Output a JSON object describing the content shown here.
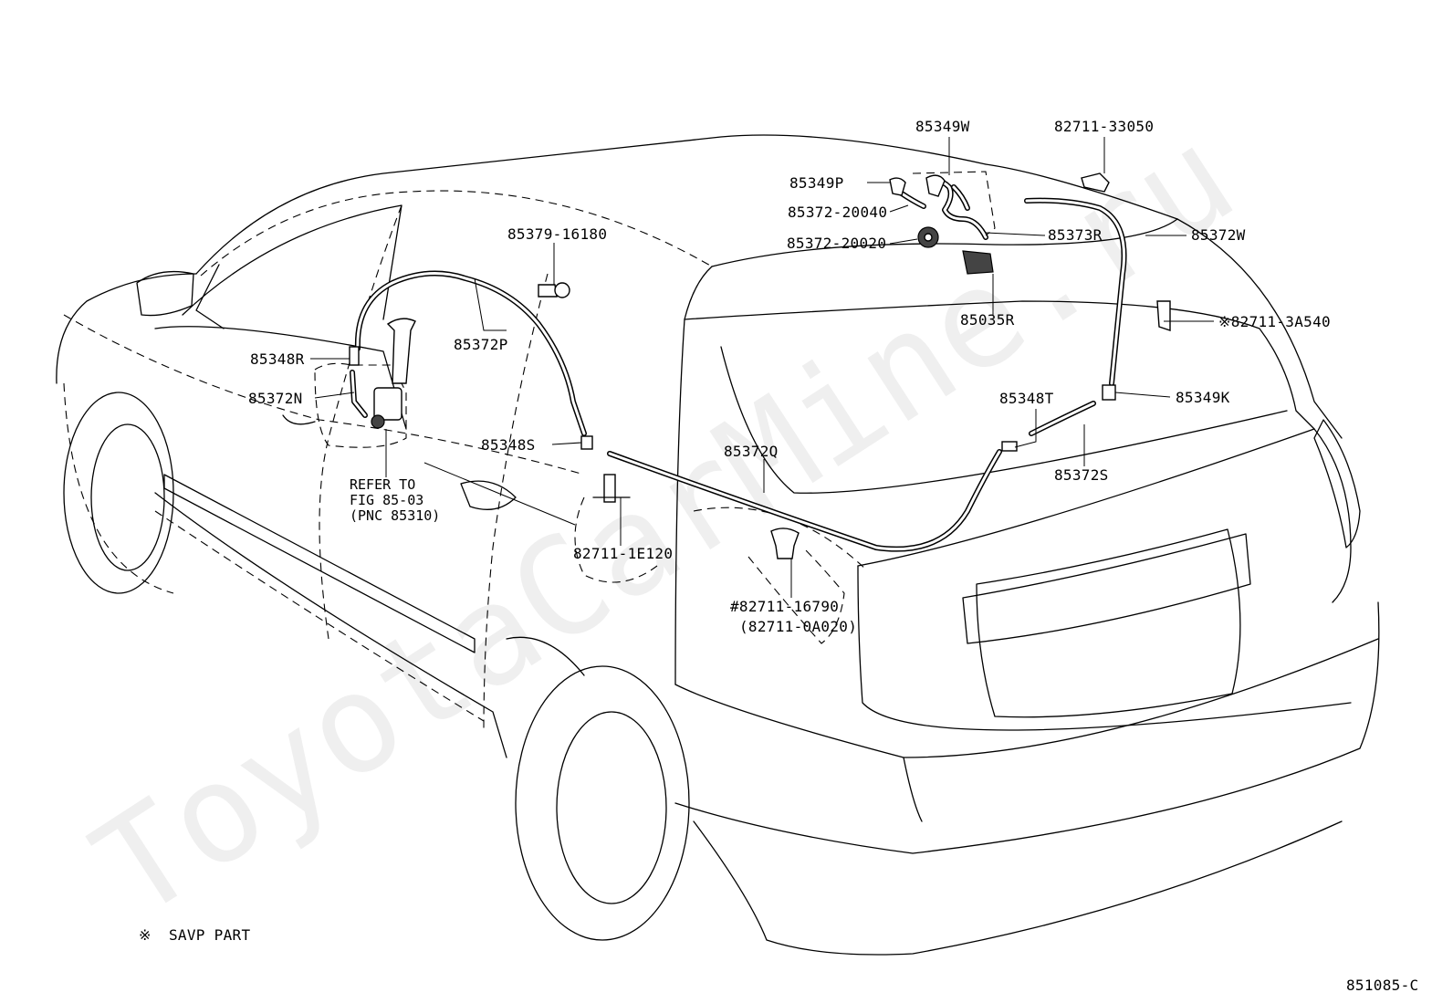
{
  "watermark": "ToyotaCarMine.ru",
  "diagram_code": "851085-C",
  "legend": {
    "symbol": "※",
    "text": "SAVP PART"
  },
  "refer_note": {
    "line1": "REFER TO",
    "line2": "FIG 85-03",
    "line3": "(PNC 85310)"
  },
  "parts": {
    "p85349W": "85349W",
    "p82711_33050": "82711-33050",
    "p85349P": "85349P",
    "p85372_20040": "85372-20040",
    "p85372_20020": "85372-20020",
    "p85373R": "85373R",
    "p85372W": "85372W",
    "p85379_16180": "85379-16180",
    "p85035R": "85035R",
    "p82711_3A540": "※82711-3A540",
    "p85348R": "85348R",
    "p85372P": "85372P",
    "p85372N": "85372N",
    "p85348T": "85348T",
    "p85349K": "85349K",
    "p85348S": "85348S",
    "p85372Q": "85372Q",
    "p85372S": "85372S",
    "p82711_1E120": "82711-1E120",
    "p82711_16790": "#82711-16790",
    "p82711_0A020": "(82711-0A020)"
  }
}
